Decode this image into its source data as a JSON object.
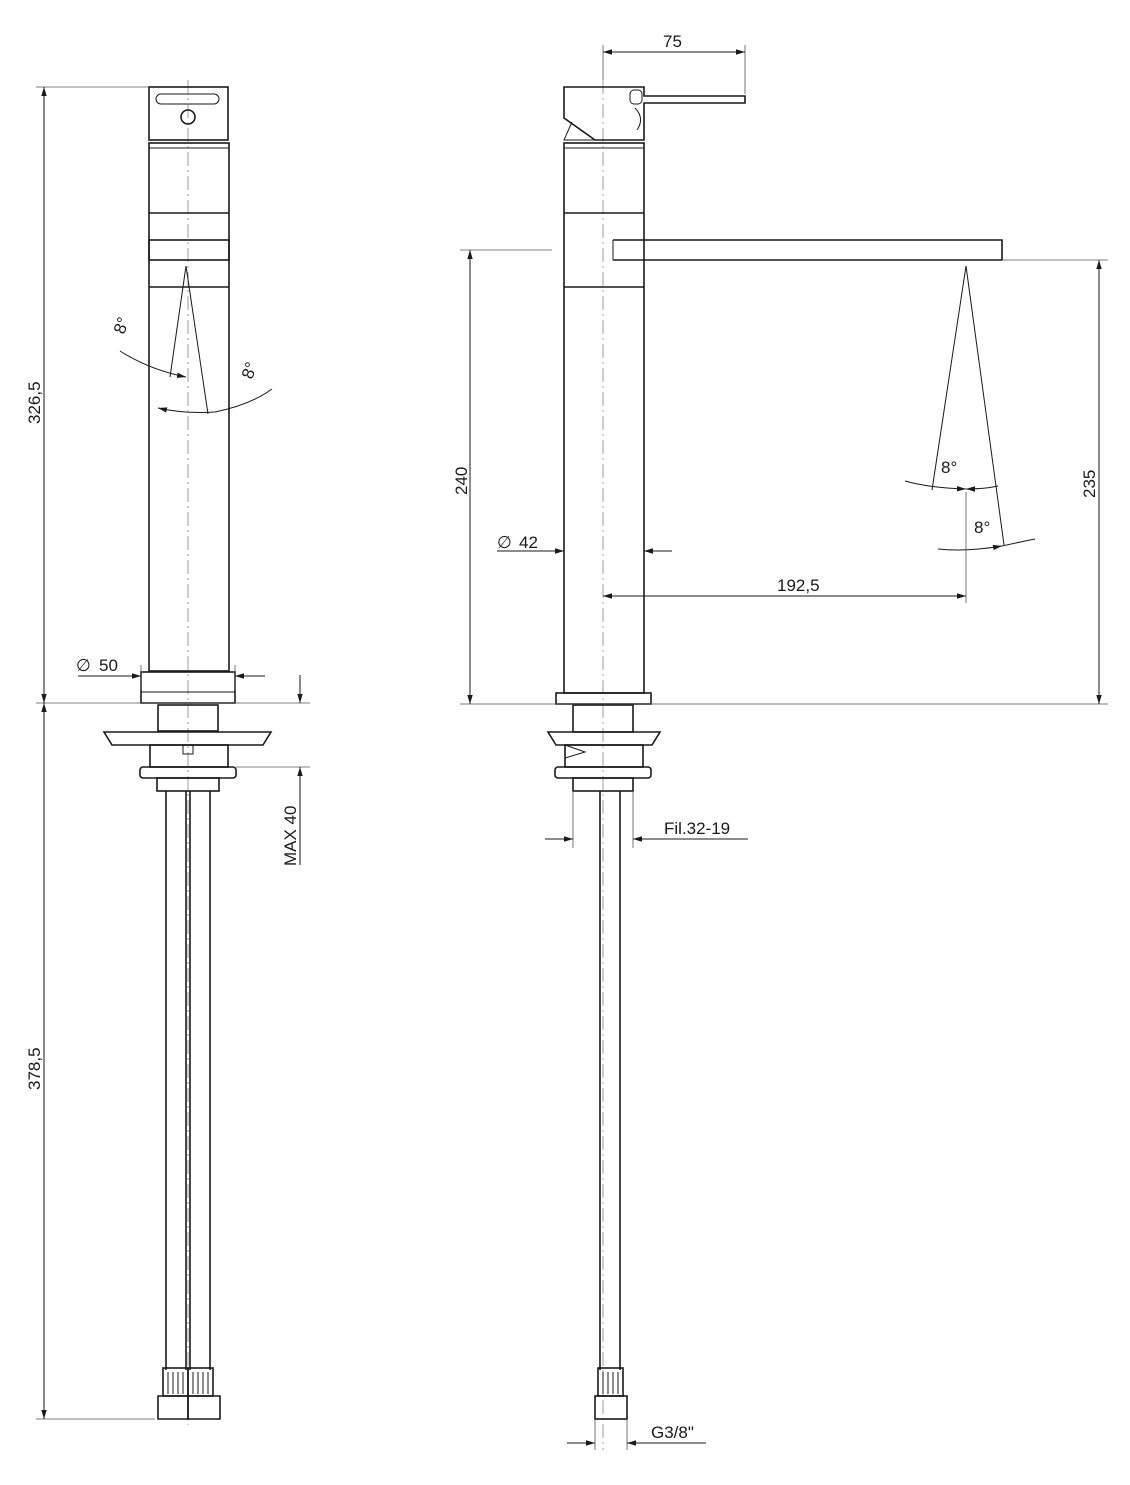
{
  "dimensions": {
    "total_height_above_deck": "326,5",
    "hose_length": "378,5",
    "max_deck_thickness": "MAX 40",
    "body_diameter_front": "50",
    "handle_length": "75",
    "spout_height": "240",
    "outlet_height": "235",
    "body_diameter_side": "42",
    "spout_reach": "192,5",
    "thread_shank": "Fil.32-19",
    "hose_connection": "G3/8\""
  },
  "angles": {
    "front_left": "8°",
    "front_right": "8°",
    "side_upper": "8°",
    "side_lower": "8°"
  },
  "symbols": {
    "diameter": "∅"
  }
}
